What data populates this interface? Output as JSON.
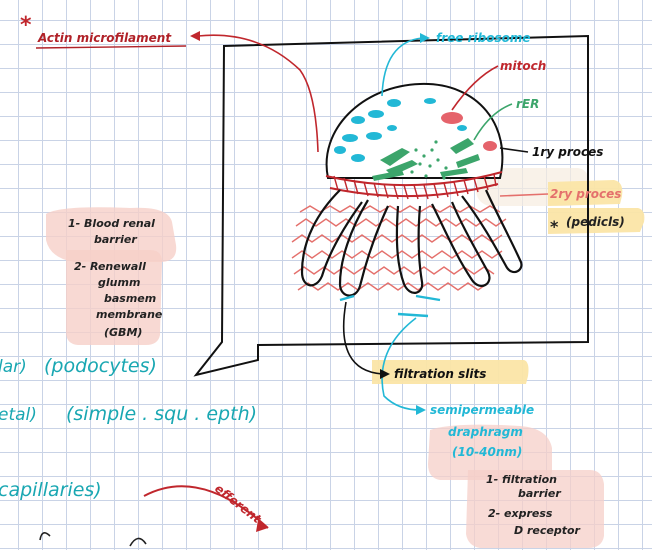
{
  "labels": {
    "actin": "Actin microfilament",
    "ribosome": "free ribosome",
    "mitoch": "mitoch",
    "rer": "rER",
    "primary": "1ry proces",
    "secondary": "2ry proces",
    "pedicels": "(pedicls)",
    "filtration_slits": "filtration slits",
    "semi_1": "semipermeable",
    "semi_2": "draphragm",
    "semi_3": "(10-40nm)",
    "efferent": "efferent",
    "star1": "*",
    "star2": "*"
  },
  "left_notes": {
    "n1a": "1- Blood renal",
    "n1b": "barrier",
    "n2a": "2- Renewall",
    "n2b": "glumm",
    "n2c": "basmem",
    "n2d": "membrane",
    "n2e": "(GBM)"
  },
  "right_notes": {
    "r1a": "1- filtration",
    "r1b": "barrier",
    "r2a": "2- express",
    "r2b": "D receptor"
  },
  "cut_texts": {
    "c1a": "lar)",
    "c1b": "(podocytes)",
    "c2a": "etal)",
    "c2b": "(simple . squ . epth)",
    "c3": "capillaries)"
  }
}
